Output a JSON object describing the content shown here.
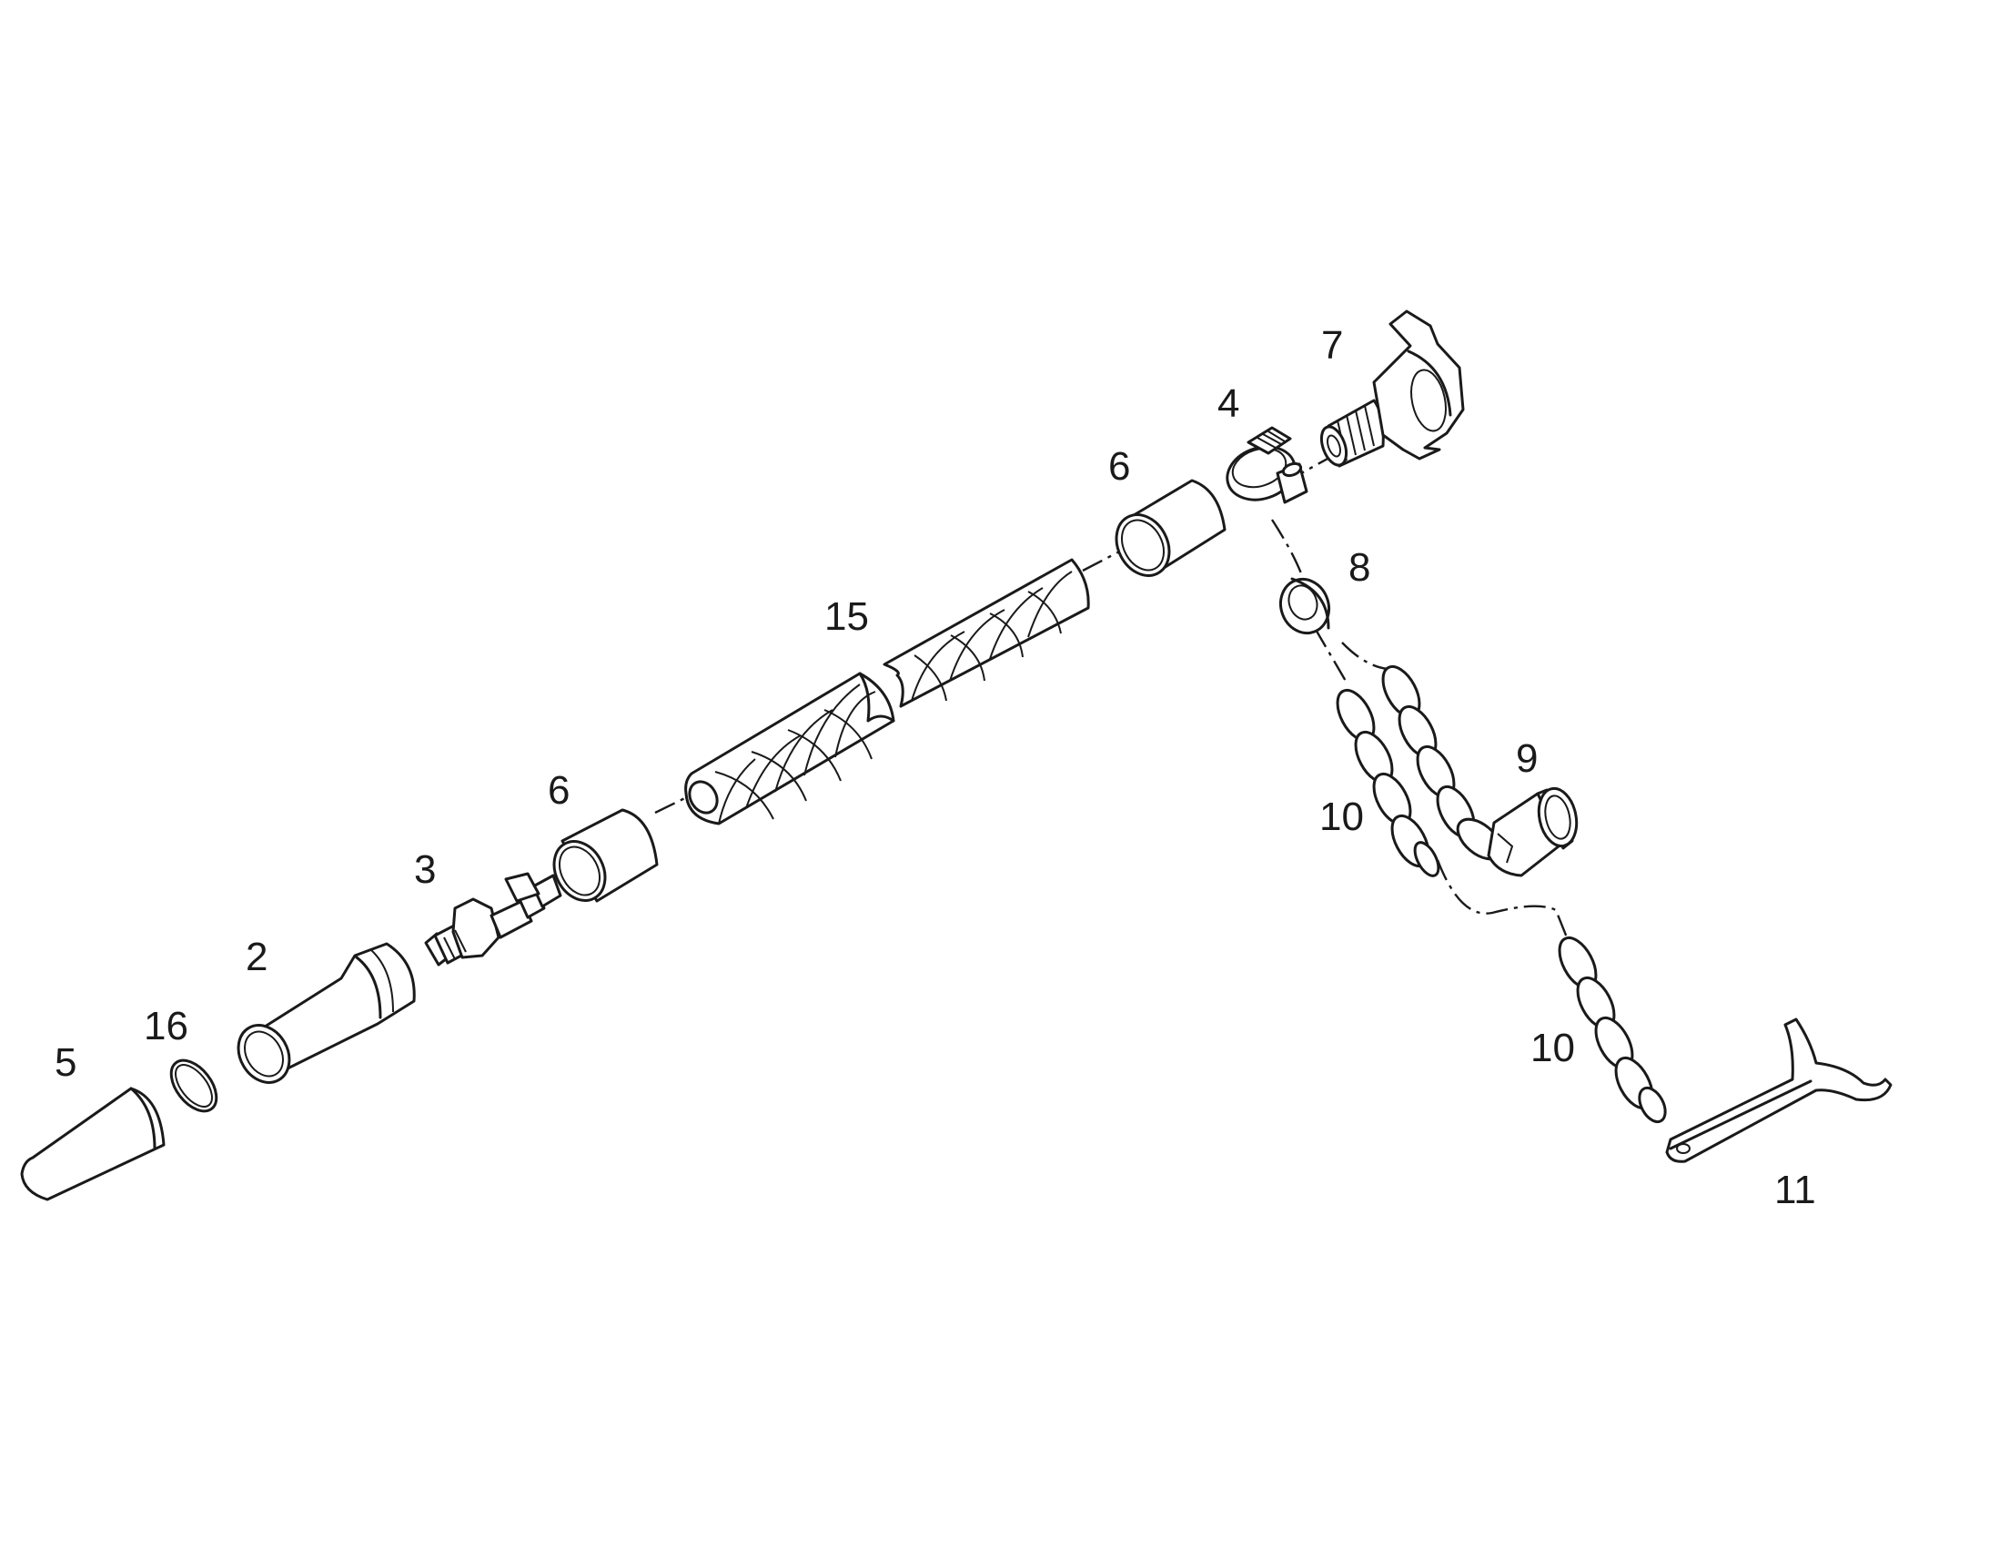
{
  "diagram": {
    "callouts": {
      "p5": "5",
      "p16": "16",
      "p2": "2",
      "p3": "3",
      "p6a": "6",
      "p15": "15",
      "p6b": "6",
      "p4": "4",
      "p7": "7",
      "p8": "8",
      "p9": "9",
      "p10a": "10",
      "p10b": "10",
      "p11": "11"
    },
    "line_color": "#1a1a1a",
    "background_color": "#ffffff"
  }
}
